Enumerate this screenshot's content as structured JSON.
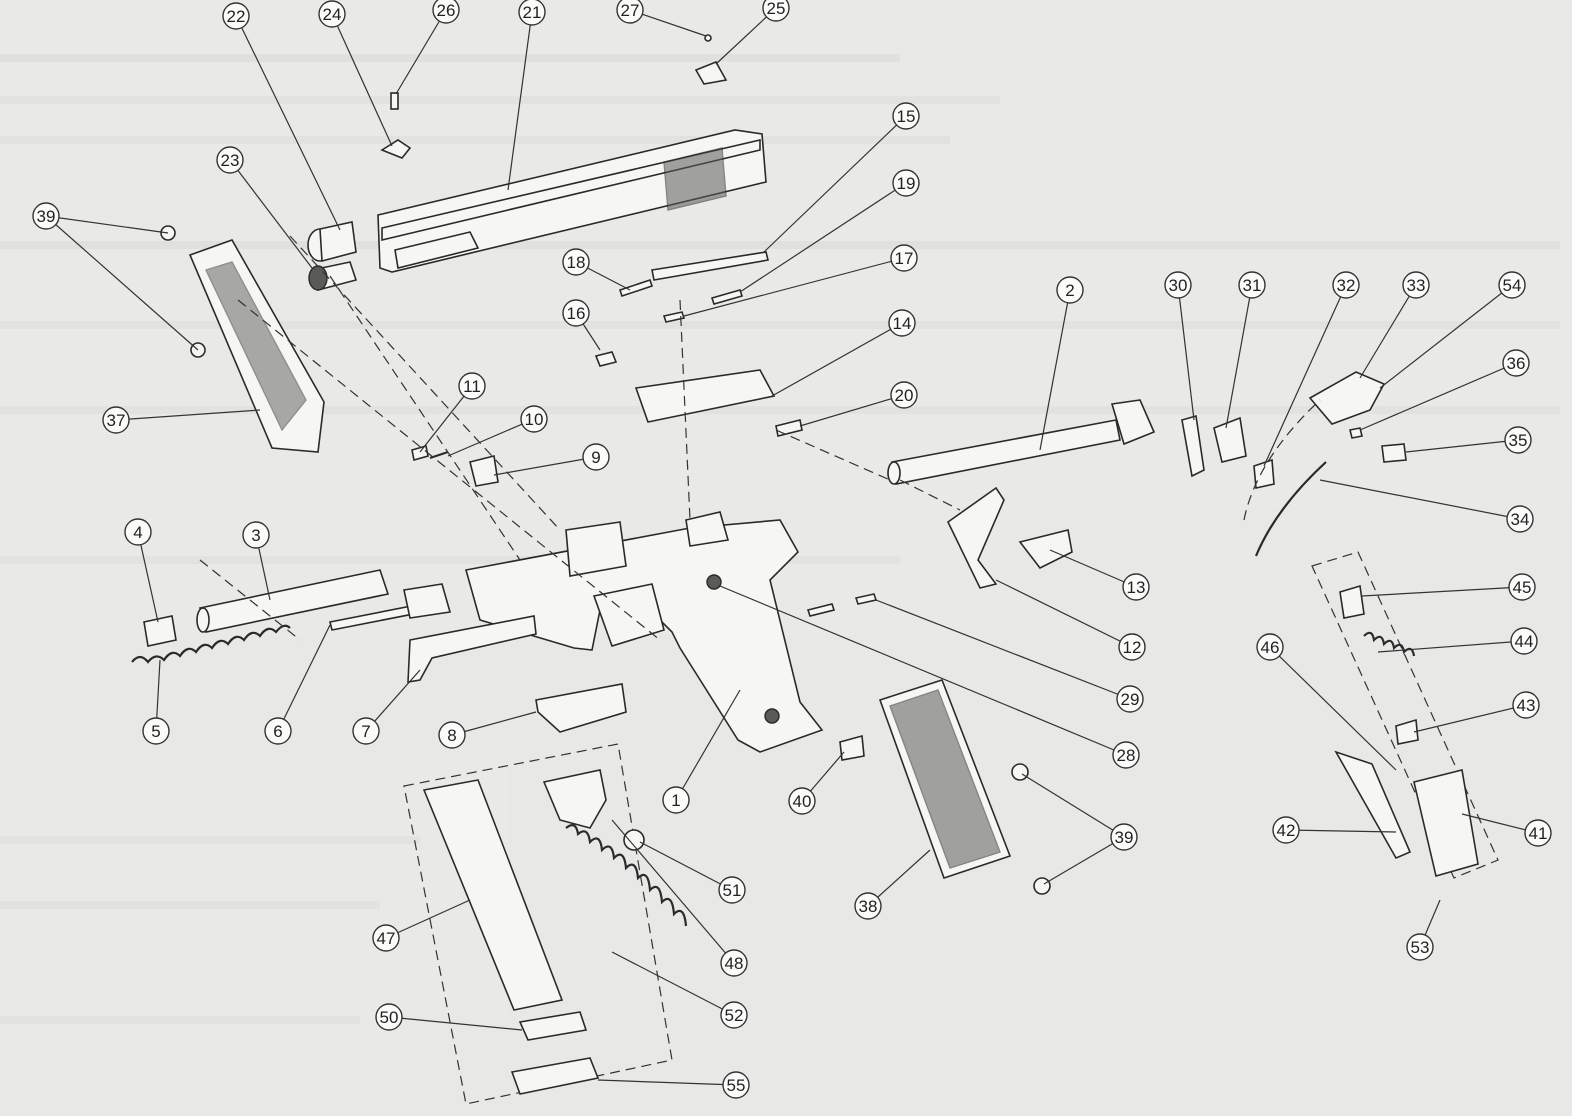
{
  "diagram": {
    "colors": {
      "paper": "#e9e9e7",
      "ink": "#2a2a2a"
    },
    "callouts": [
      {
        "label": "1"
      },
      {
        "label": "2"
      },
      {
        "label": "3"
      },
      {
        "label": "4"
      },
      {
        "label": "5"
      },
      {
        "label": "6"
      },
      {
        "label": "7"
      },
      {
        "label": "8"
      },
      {
        "label": "9"
      },
      {
        "label": "10"
      },
      {
        "label": "11"
      },
      {
        "label": "12"
      },
      {
        "label": "13"
      },
      {
        "label": "14"
      },
      {
        "label": "15"
      },
      {
        "label": "16"
      },
      {
        "label": "17"
      },
      {
        "label": "18"
      },
      {
        "label": "19"
      },
      {
        "label": "20"
      },
      {
        "label": "21"
      },
      {
        "label": "22"
      },
      {
        "label": "23"
      },
      {
        "label": "24"
      },
      {
        "label": "25"
      },
      {
        "label": "26"
      },
      {
        "label": "27"
      },
      {
        "label": "28"
      },
      {
        "label": "29"
      },
      {
        "label": "30"
      },
      {
        "label": "31"
      },
      {
        "label": "32"
      },
      {
        "label": "33"
      },
      {
        "label": "34"
      },
      {
        "label": "35"
      },
      {
        "label": "36"
      },
      {
        "label": "37"
      },
      {
        "label": "38"
      },
      {
        "label": "39"
      },
      {
        "label": "39"
      },
      {
        "label": "40"
      },
      {
        "label": "41"
      },
      {
        "label": "42"
      },
      {
        "label": "43"
      },
      {
        "label": "44"
      },
      {
        "label": "45"
      },
      {
        "label": "46"
      },
      {
        "label": "47"
      },
      {
        "label": "48"
      },
      {
        "label": "50"
      },
      {
        "label": "51"
      },
      {
        "label": "52"
      },
      {
        "label": "53"
      },
      {
        "label": "54"
      },
      {
        "label": "55"
      }
    ]
  }
}
